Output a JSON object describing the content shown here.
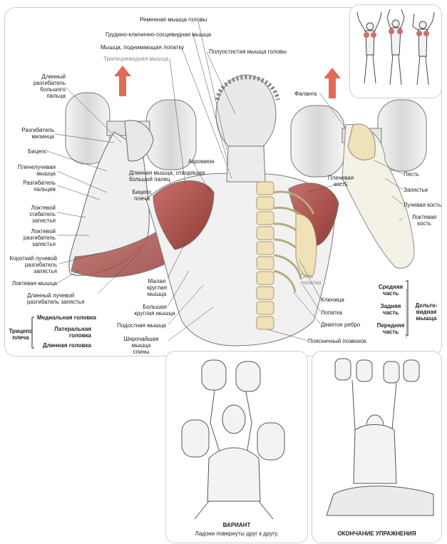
{
  "labels_top": {
    "l1": "Ременная мышца головы",
    "l2": "Грудино-ключично-сосцевидная мышца",
    "l3": "Мышца, поднимающая лопатку",
    "l4": "Трапециевидная мышца",
    "l5": "Полуостистая мышца головы"
  },
  "labels_left": {
    "l1": "Длинный\nразгибатель\nбольшого пальца",
    "l2": "Разгибатель\nмизинца",
    "l3": "Бицепс",
    "l4": "Плечелучевая\nмышца",
    "l5": "Разгибатель\nпальцев",
    "l6": "Локтевой\nсгибатель\nзапястья",
    "l7": "Локтевой\nразгибатель\nзапястья",
    "l8": "Короткий лучевой\nразгибатель\nзапястья",
    "l9": "Локтевая мышца",
    "l10": "Длинный лучевой\nразгибатель запястья"
  },
  "labels_center": {
    "l1": "Акромион",
    "l2": "Длинная мышца, отводящая\nбольшой палец",
    "l3": "Бицепс\nплеча",
    "l4": "Малая\nкруглая\nмышца",
    "l5": "Большая\nкруглая мышца",
    "l6": "Подостная мышца",
    "l7": "Широчайшая мышца\nспины"
  },
  "labels_right": {
    "l1": "Фаланга",
    "l2": "Плечевая\nкость",
    "l3": "Пясть",
    "l4": "Запястье",
    "l5": "Лучевая кость",
    "l6": "Локтевая\nкость",
    "l7": "Ость\nлопатки",
    "l8": "Ключица",
    "l9": "Лопатка",
    "l10": "Девятое ребро",
    "l11": "Поясничный позвонок"
  },
  "triceps": {
    "title": "Трицепс\nплеча",
    "medial": "Медиальная головка",
    "lateral": "Латеральная\nголовка",
    "long": "Длинная головка"
  },
  "deltoid": {
    "title": "Дельто-\nвидная\nмышца",
    "middle": "Средняя\nчасть",
    "rear": "Задняя\nчасть",
    "front": "Передняя\nчасть"
  },
  "insets": {
    "variant_title": "ВАРИАНТ",
    "variant_text": "Ладони повернуты друг к другу.",
    "end_title": "ОКОНЧАНИЕ УПРАЖНЕНИЯ"
  },
  "colors": {
    "muscle_red": "#b5534e",
    "arrow_red": "#e06b55",
    "bone": "#efe2b8",
    "line": "#555555"
  }
}
